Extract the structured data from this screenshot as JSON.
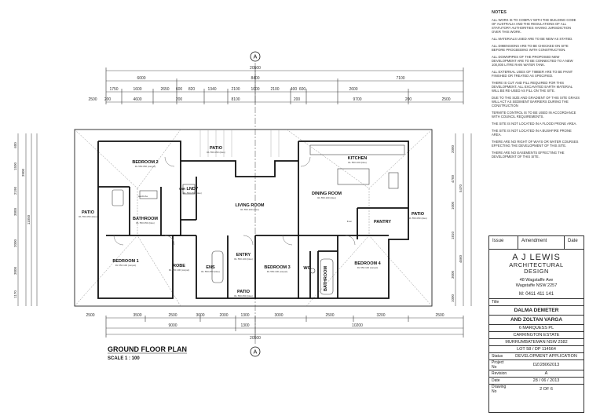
{
  "plan": {
    "title": "GROUND FLOOR PLAN",
    "scale": "SCALE 1 : 100",
    "section_marker": "A",
    "dims_top": {
      "overall": "20500",
      "a": "6000",
      "b": "8400",
      "c": "7100",
      "d": [
        "1750",
        "1600",
        "2650",
        "600",
        "820",
        "1340",
        "2100",
        "1000",
        "2100",
        "400",
        "600",
        "2600"
      ],
      "e": [
        "2500",
        "200",
        "4600",
        "200",
        "8100",
        "200",
        "9700",
        "200",
        "2500"
      ]
    },
    "dims_bottom": {
      "overall": "20500",
      "a": "9000",
      "b": "1300",
      "c": "10200",
      "d": [
        "2500",
        "3500",
        "2500",
        "3000",
        "2000",
        "1300",
        "3000",
        "2500",
        "3200",
        "2500"
      ]
    },
    "dims_left": [
      "1170",
      "600",
      "1500",
      "3900",
      "2190",
      "3000",
      "2000",
      "3000",
      "11050"
    ],
    "dims_right": [
      "2000",
      "4700",
      "1000",
      "1810",
      "5470",
      "4660",
      "3000",
      "1000"
    ],
    "rooms": [
      {
        "name": "BEDROOM 2",
        "sub": "RL 550.050 (carpet)"
      },
      {
        "name": "PATIO",
        "sub": "RL 550.050 (tiles)"
      },
      {
        "name": "KITCHEN",
        "sub": "RL 550.100 (tiles)"
      },
      {
        "name": "LNDY",
        "sub": "RL 550.050 (tiles)"
      },
      {
        "name": "LIVING ROOM",
        "sub": "RL 550.100 (tiles)"
      },
      {
        "name": "DINING ROOM",
        "sub": "RL 550.100 (tiles)"
      },
      {
        "name": "BATHROOM",
        "sub": "RL 550.050 (tiles)"
      },
      {
        "name": "PATIO",
        "sub": "RL 550.050 (tiles)"
      },
      {
        "name": "PATIO",
        "sub": "RL 550.050 (tiles)"
      },
      {
        "name": "PANTRY",
        "sub": ""
      },
      {
        "name": "BEDROOM 1",
        "sub": "RL 550.100 (carpet)"
      },
      {
        "name": "ROBE",
        "sub": "RL 550.100 (carpet)"
      },
      {
        "name": "ENS",
        "sub": "RL 550.050 (tiles)"
      },
      {
        "name": "ENTRY",
        "sub": "RL 550.100 (tiles)"
      },
      {
        "name": "BEDROOM 3",
        "sub": "RL 550.100 (carpet)"
      },
      {
        "name": "WC",
        "sub": ""
      },
      {
        "name": "BATHROOM",
        "sub": ""
      },
      {
        "name": "BEDROOM 4",
        "sub": "RL 550.100 (carpet)"
      },
      {
        "name": "PATIO",
        "sub": "RL 550.050 (tiles)"
      },
      {
        "name": "WIR",
        "sub": ""
      },
      {
        "name": "wardrobe",
        "sub": ""
      },
      {
        "name": "linen",
        "sub": ""
      }
    ]
  },
  "notes": {
    "title": "NOTES",
    "items": [
      "ALL WORK IS TO COMPLY WITH THE BUILDING CODE OF AUSTRALIA AND THE REGULATIONS OF ALL STATUTORY AUTHORITIES HAVING JURISDICTION OVER THIS WORK.",
      "ALL MATERIALS USED ARE TO BE NEW AS STATED.",
      "ALL DIMENSIONS ARE TO BE CHECKED ON SITE BEFORE PROCEEDING WITH CONSTRUCTION.",
      "ALL DOWNPIPES OF THE PROPOSED NEW DEVELOPMENT ARE TO BE CONNECTED TO A NEW 100,000 LITRE RAIN WATER TANK.",
      "ALL EXTERNAL USES OF TIMBER ARE TO BE PAINT FINISHED OR TREATED AS SPECIFIED.",
      "THERE IS CUT AND FILL REQUIRED FOR THIS DEVELOPMENT. ALL EXCAVATED EARTH MATERIAL WILL BE RE-USED AS FILL ON THE SITE.",
      "DUE TO THE SIZE AND GRADIENT OF THIS SITE GRASS WILL ACT AS SEDIMENT BARRIERS DURING THE CONSTRUCTION",
      "TERMITE CONTROL IS TO BE USED IN ACCORDANCE WITH COUNCIL REQUIREMENTS.",
      "THE SITE IS NOT LOCATED IN A FLOOD PRONE AREA.",
      "THE SITE IS NOT LOCATED IN A BUSHFIRE PRONE AREA.",
      "THERE ARE NO RIGHT OF WAYS OR WATER COURSES EFFECTING THE DEVELOPMENT OF THIS SITE.",
      "THERE ARE NO EASEMENTS EFFECTING THE DEVELOPMENT OF THIS SITE."
    ]
  },
  "title_block": {
    "rev_headers": [
      "Issue",
      "Amendment",
      "Date"
    ],
    "firm_name": "A J LEWIS",
    "firm_sub1": "ARCHITECTURAL",
    "firm_sub2": "DESIGN",
    "addr1": "48 Wagstaffe Ave",
    "addr2": "Wagstaffe NSW 2257",
    "phone": "M: 0411 411 141",
    "title_label": "Title",
    "client1": "DALMA DEMETER",
    "client2": "AND ZOLTAN VARGA",
    "site1": "6 MARQUESS PL",
    "site2": "CARRINGTON ESTATE",
    "site3": "MURRUMBATEMAN NSW 2582",
    "site4": "LOT 58 / DP 114564",
    "status_label": "Status",
    "status": "DEVELOPMENT APPLICATION",
    "project_label": "Project No",
    "project": "DZ/28062013",
    "revision_label": "Revision",
    "revision": "A",
    "date_label": "Date",
    "date": "28 / 06 / 2013",
    "drawing_label": "Drawing No",
    "drawing": "2 OF 6"
  }
}
